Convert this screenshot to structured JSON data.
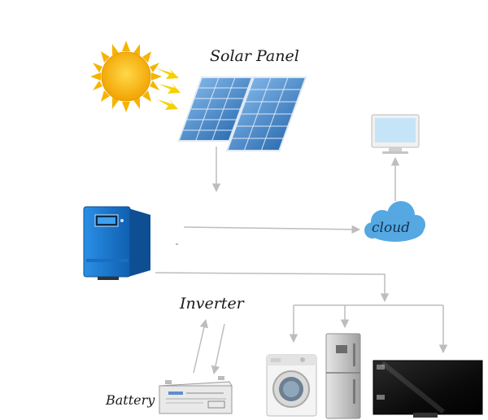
{
  "labels": {
    "solar_panel": "Solar Panel",
    "inverter": "Inverter",
    "battery": "Battery",
    "cloud": "cloud"
  },
  "colors": {
    "arrow": "#bdbdbd",
    "sun": "#f7b500",
    "panel": "#4a86c5",
    "inverter": "#1e7fd6",
    "cloud": "#4aa3e0",
    "appliance_dark": "#111111"
  },
  "icons": [
    "sun-icon",
    "solar-panel-icon",
    "inverter-device-icon",
    "cloud-icon",
    "monitor-icon",
    "battery-icon",
    "washing-machine-icon",
    "refrigerator-icon",
    "tv-panel-icon"
  ]
}
